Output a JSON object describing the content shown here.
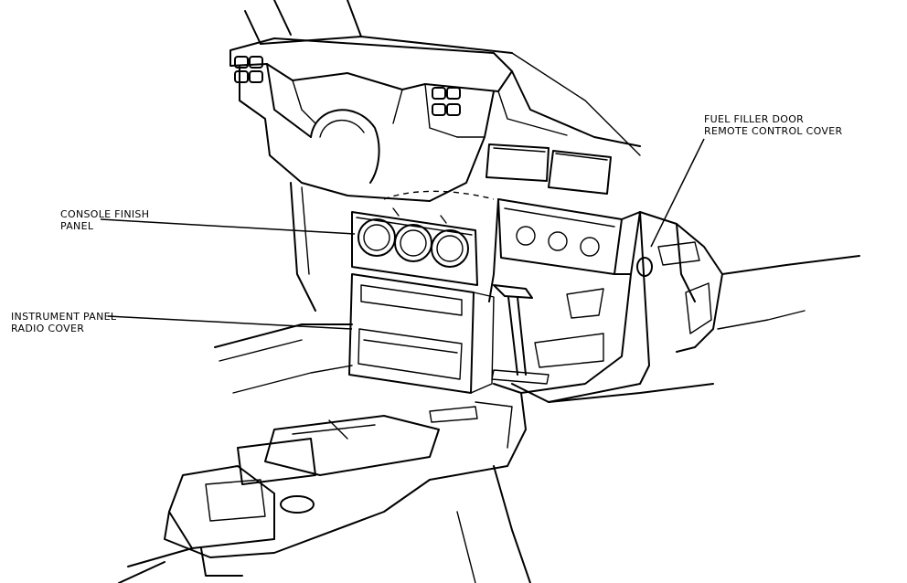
{
  "callouts": {
    "console_finish_panel": "CONSOLE FINISH\nPANEL",
    "instrument_panel_radio_cover": "INSTRUMENT PANEL\nRADIO COVER",
    "fuel_filler_door_remote_control_cover": "FUEL FILLER DOOR\nREMOTE CONTROL COVER"
  }
}
